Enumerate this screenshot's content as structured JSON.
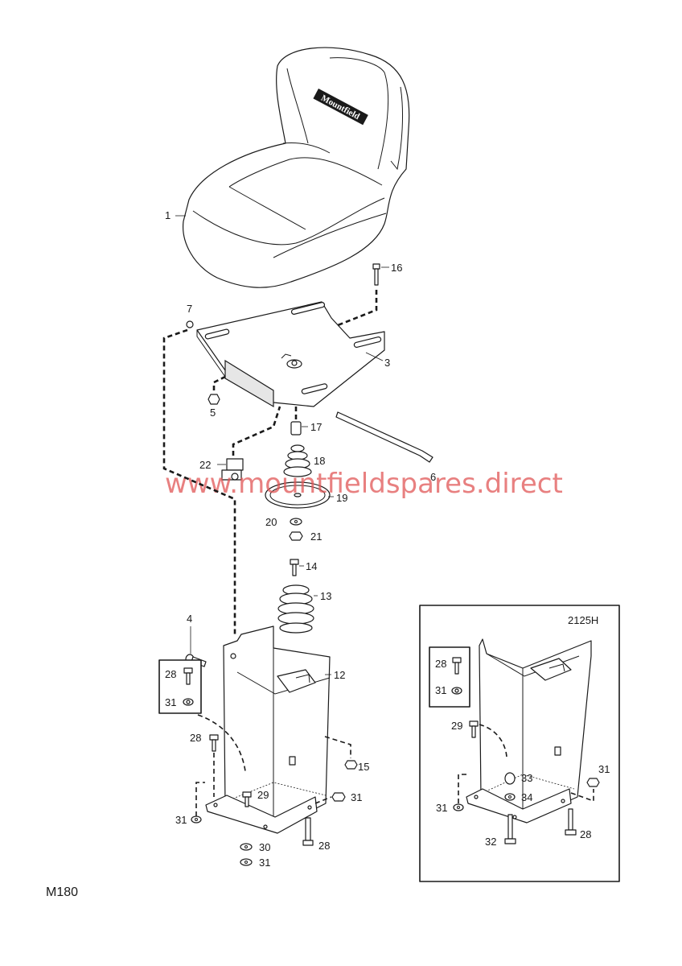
{
  "brand_logo_text": "Mountfield",
  "watermark": "www.mountfieldspares.direct",
  "diagram_code": "M180",
  "variant_label": "2125H",
  "callouts": {
    "c1": "1",
    "c16": "16",
    "c7": "7",
    "c3": "3",
    "c5": "5",
    "c17": "17",
    "c6": "6",
    "c22": "22",
    "c18": "18",
    "c19": "19",
    "c20": "20",
    "c21": "21",
    "c14": "14",
    "c13": "13",
    "c4": "4",
    "c12": "12",
    "c28a": "28",
    "c31a": "31",
    "c28b": "28",
    "c15": "15",
    "c29": "29",
    "c31b": "31",
    "c31c": "31",
    "c30": "30",
    "c31d": "31",
    "c28c": "28"
  },
  "inset_callouts": {
    "i28a": "28",
    "i31a": "31",
    "i29": "29",
    "i31b": "31",
    "i33": "33",
    "i34": "34",
    "i31c": "31",
    "i32": "32",
    "i28b": "28"
  }
}
